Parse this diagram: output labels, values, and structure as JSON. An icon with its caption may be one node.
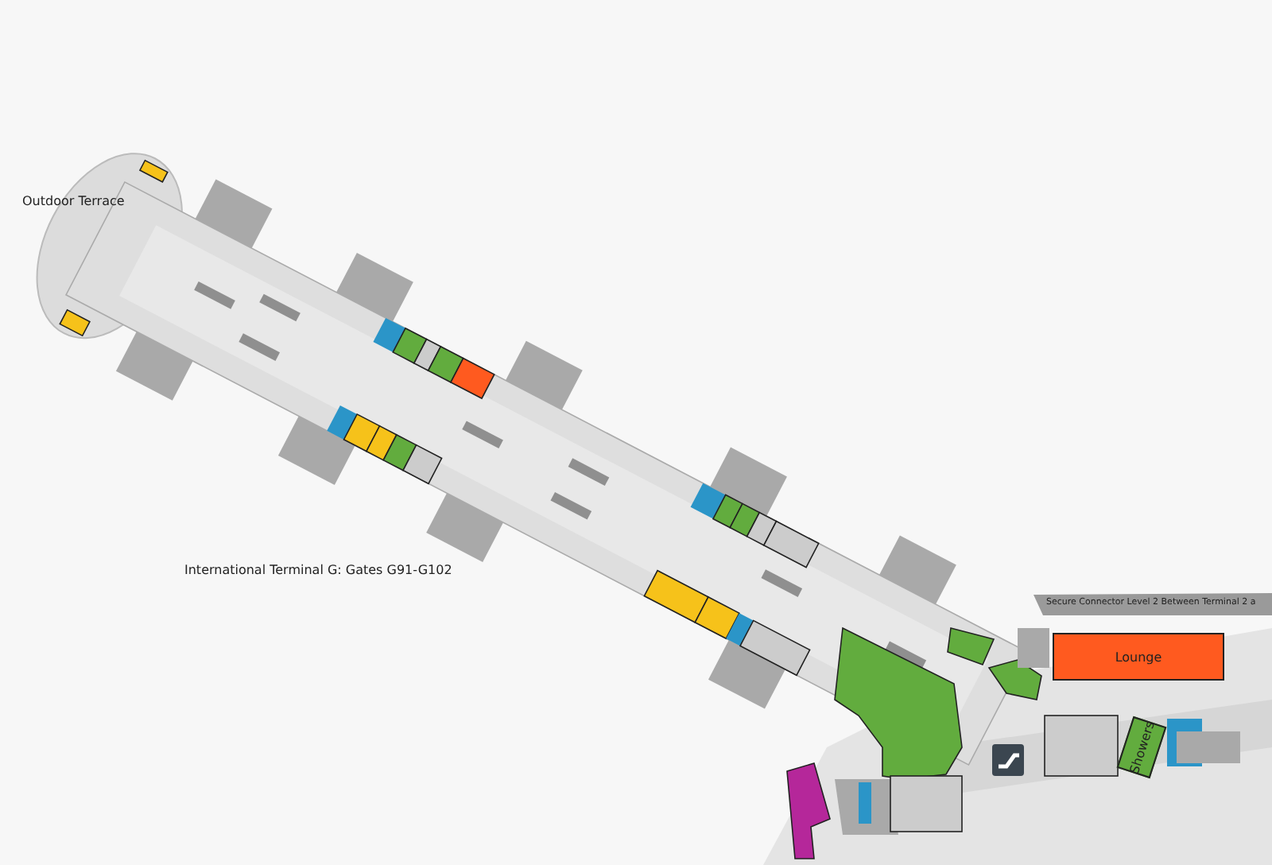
{
  "diagram": {
    "nodes": [
      {
        "text": [
          "Lounge"
        ]
      },
      {
        "text": [
          "Showers"
        ]
      }
    ],
    "labels": [
      "Outdoor Terrace",
      "International Terminal G: Gates G91-G102",
      "Secure Connector Level 2 Between Terminal 2 a"
    ]
  }
}
